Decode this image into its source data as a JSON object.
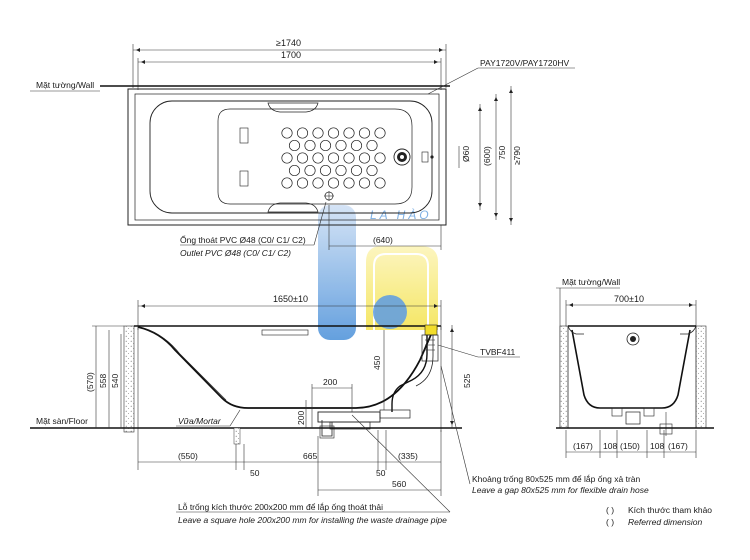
{
  "top_view": {
    "dim_overall": "≥1740",
    "dim_width": "1700",
    "dim_depth_600": "(600)",
    "dim_depth_750": "750",
    "dim_depth_790": "≥790",
    "dim_phi": "Ø60",
    "dim_640": "(640)",
    "wall_label": "Mặt tường/Wall",
    "model_label": "PAY1720V/PAY1720HV",
    "outlet_vi": "Ống thoát PVC Ø48 (C0/ C1/ C2)",
    "outlet_en": "Outlet PVC Ø48 (C0/ C1/ C2)"
  },
  "watermark": {
    "text": "LA HÀO"
  },
  "side_view": {
    "dim_length": "1650±10",
    "dim_570": "(570)",
    "dim_558": "558",
    "dim_540": "540",
    "dim_450": "450",
    "dim_525": "525",
    "dim_200w": "200",
    "dim_200h": "200",
    "dim_550": "(550)",
    "dim_665": "665",
    "dim_335": "(335)",
    "dim_50a": "50",
    "dim_50b": "50",
    "dim_560": "560",
    "floor_label": "Mặt sàn/Floor",
    "mortar_label": "Vữa/Mortar",
    "drain_model": "TVBF411"
  },
  "end_view": {
    "wall_label": "Mặt tường/Wall",
    "dim_width": "700±10",
    "dims_bottom": [
      "(167)",
      "108",
      "(150)",
      "108",
      "(167)"
    ]
  },
  "notes": {
    "gap_vi": "Khoảng trống 80x525 mm để lắp ống xả tràn",
    "gap_en": "Leave a gap 80x525 mm for flexible drain hose",
    "hole_vi": "Lỗ trống kích thước 200x200 mm để lắp ống thoát thải",
    "hole_en": "Leave a square hole  200x200 mm for installing the waste drainage pipe"
  },
  "legend": {
    "ref_vi": "Kích thước tham khảo",
    "ref_en": "Referred dimension",
    "paren": "(      )"
  },
  "colors": {
    "watermark_blue": "#4a90d9",
    "watermark_yellow": "#f2dd2a",
    "line": "#222222"
  }
}
